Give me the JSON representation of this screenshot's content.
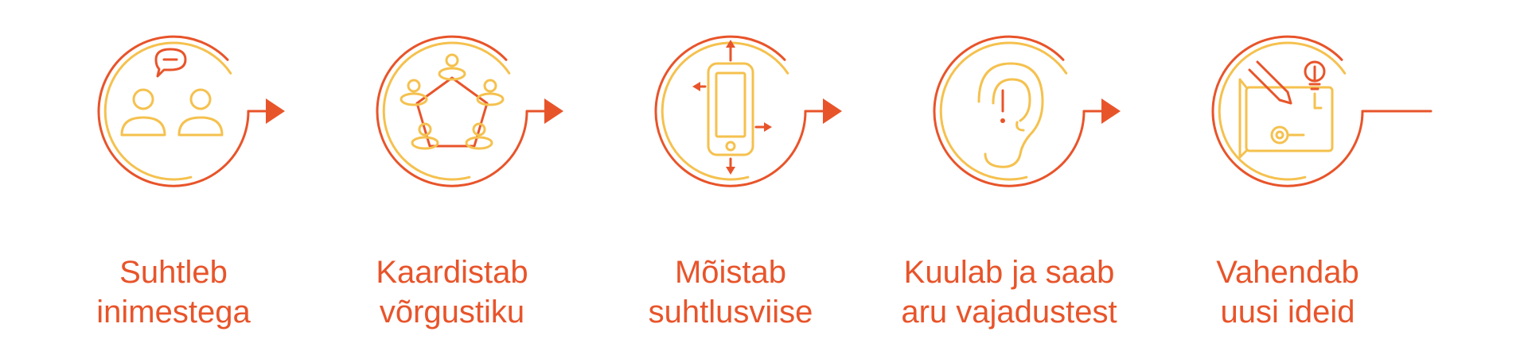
{
  "steps": [
    {
      "icon": "people-chat-icon",
      "line1": "Suhtleb",
      "line2": "inimestega"
    },
    {
      "icon": "network-map-icon",
      "line1": "Kaardistab",
      "line2": "võrgustiku"
    },
    {
      "icon": "smartphone-icon",
      "line1": "Mõistab",
      "line2": "suhtlusviise"
    },
    {
      "icon": "ear-listening-icon",
      "line1": "Kuulab ja saab",
      "line2": "aru vajadustest"
    },
    {
      "icon": "idea-plan-icon",
      "line1": "Vahendab",
      "line2": "uusi ideid"
    }
  ],
  "colors": {
    "accent": "#e8542a",
    "secondary": "#f5c14e"
  }
}
